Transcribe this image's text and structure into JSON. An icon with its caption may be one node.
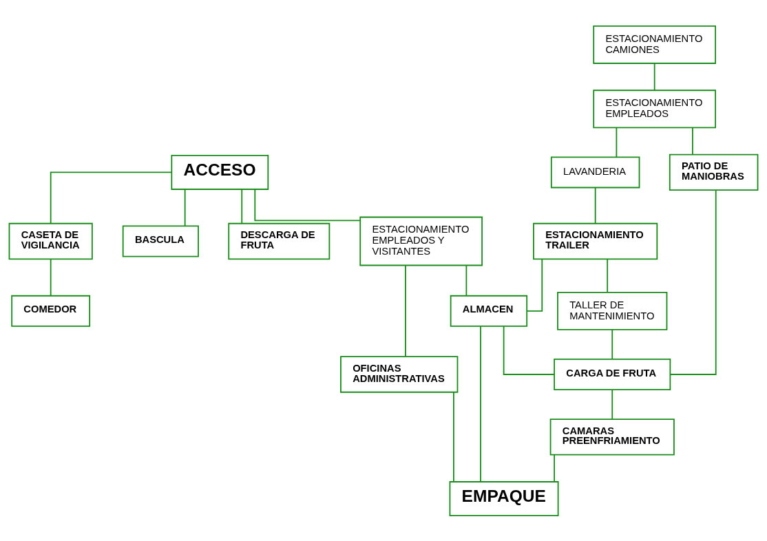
{
  "diagram": {
    "nodes": [
      {
        "text": [
          "ACCESO"
        ]
      },
      {
        "text": [
          "ESTACIONAMIENTO CAMIONES"
        ]
      },
      {
        "text": [
          "CASETA DE VIGILANCIA"
        ]
      },
      {
        "text": [
          "COMEDOR"
        ]
      },
      {
        "text": [
          "BASCULA"
        ]
      },
      {
        "text": [
          "ESTACIONAMIENTO EMPLEADOS"
        ]
      },
      {
        "text": [
          "DESCARGA DE FRUTA"
        ]
      },
      {
        "text": [
          "ESTACIONAMIENTO EMPLEADOS Y VISITANTES"
        ]
      },
      {
        "text": [
          "LAVANDERIA"
        ]
      },
      {
        "text": [
          "OFICINAS ADMINISTRATIVAS"
        ]
      },
      {
        "text": [
          "PATIO DE MANIOBRAS"
        ]
      },
      {
        "text": [
          "ESTACIONAMIENTO TRAILER"
        ]
      },
      {
        "text": [
          "ALMACEN"
        ]
      },
      {
        "text": [
          "EMPAQUE"
        ]
      },
      {
        "text": [
          "CAMARAS PREENFRIAMIENTO"
        ]
      },
      {
        "text": [
          "TALLER DE MANTENIMIENTO"
        ]
      },
      {
        "text": [
          "CARGA DE FRUTA"
        ]
      }
    ],
    "edges": [
      {
        "from": 0,
        "to": 4,
        "arrow": "none"
      },
      {
        "from": 0,
        "to": 2,
        "arrow": "none"
      },
      {
        "from": 2,
        "to": 3,
        "arrow": "none"
      },
      {
        "from": 0,
        "to": 6,
        "arrow": "none"
      },
      {
        "from": 0,
        "to": 7,
        "arrow": "none"
      },
      {
        "from": 1,
        "to": 5,
        "arrow": "none"
      },
      {
        "from": 5,
        "to": 8,
        "arrow": "none"
      },
      {
        "from": 5,
        "to": 10,
        "arrow": "none"
      },
      {
        "from": 7,
        "to": 9,
        "arrow": "none"
      },
      {
        "from": 7,
        "to": 12,
        "arrow": "none"
      },
      {
        "from": 8,
        "to": 11,
        "arrow": "none"
      },
      {
        "from": 9,
        "to": 13,
        "arrow": "none"
      },
      {
        "from": 11,
        "to": 12,
        "arrow": "none"
      },
      {
        "from": 12,
        "to": 13,
        "arrow": "none"
      },
      {
        "from": 11,
        "to": 15,
        "arrow": "none"
      },
      {
        "from": 12,
        "to": 16,
        "arrow": "none"
      },
      {
        "from": 10,
        "to": 16,
        "arrow": "none"
      },
      {
        "from": 15,
        "to": 16,
        "arrow": "none"
      },
      {
        "from": 16,
        "to": 14,
        "arrow": "none"
      },
      {
        "from": 14,
        "to": 13,
        "arrow": "none"
      }
    ]
  }
}
